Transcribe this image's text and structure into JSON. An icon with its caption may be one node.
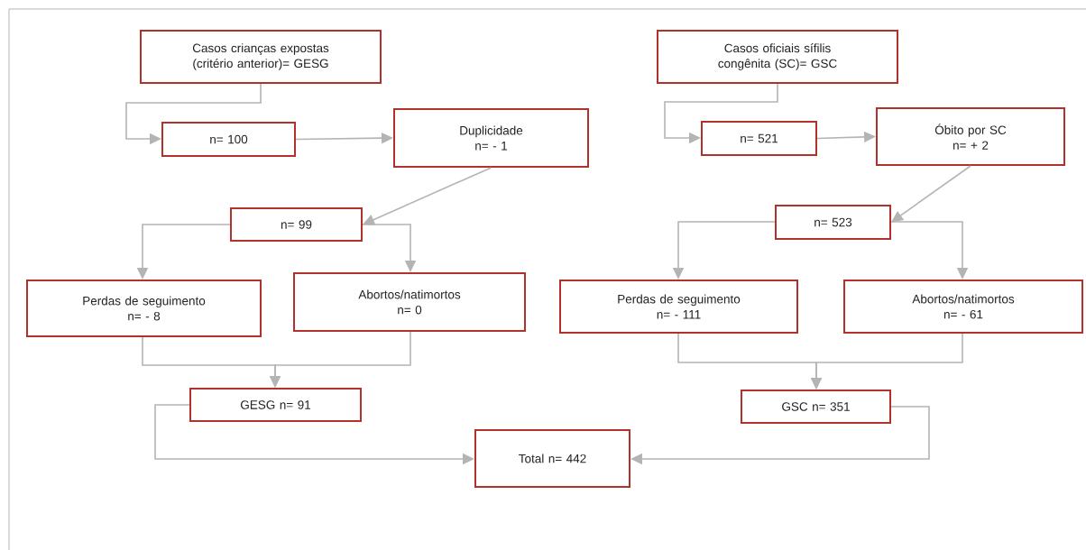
{
  "diagram": {
    "nodes": [
      {
        "text": [
          "Casos crianças expostas (critério anterior)= GESG"
        ]
      },
      {
        "text": [
          "n= 100"
        ]
      },
      {
        "text": [
          "Duplicidade",
          "n= - 1"
        ]
      },
      {
        "text": [
          "n= 99"
        ]
      },
      {
        "text": [
          "Perdas de seguimento",
          "n= - 8"
        ]
      },
      {
        "text": [
          "Abortos/natimortos",
          "n= 0"
        ]
      },
      {
        "text": [
          "GESG n= 91"
        ]
      },
      {
        "text": [
          "Casos oficiais sífilis congênita (SC)= GSC"
        ]
      },
      {
        "text": [
          "n= 521"
        ]
      },
      {
        "text": [
          "Óbito por SC",
          "n= + 2"
        ]
      },
      {
        "text": [
          "n= 523"
        ]
      },
      {
        "text": [
          "Perdas de seguimento",
          "n= - 111"
        ]
      },
      {
        "text": [
          "Abortos/natimortos",
          "n= - 61"
        ]
      },
      {
        "text": [
          "GSC n= 351"
        ]
      },
      {
        "text": [
          "Total n= 442"
        ]
      }
    ],
    "edges": [
      {
        "from": 0,
        "to": 1,
        "arrow": "to"
      },
      {
        "from": 1,
        "to": 2,
        "arrow": "to"
      },
      {
        "from": 2,
        "to": 3,
        "arrow": "to"
      },
      {
        "from": 3,
        "to": 4,
        "arrow": "to"
      },
      {
        "from": 3,
        "to": 5,
        "arrow": "to"
      },
      {
        "from": 4,
        "to": 6,
        "arrow": "to"
      },
      {
        "from": 5,
        "to": 6,
        "arrow": "to"
      },
      {
        "from": 6,
        "to": 14,
        "arrow": "to"
      },
      {
        "from": 7,
        "to": 8,
        "arrow": "to"
      },
      {
        "from": 8,
        "to": 9,
        "arrow": "to"
      },
      {
        "from": 9,
        "to": 10,
        "arrow": "to"
      },
      {
        "from": 10,
        "to": 11,
        "arrow": "to"
      },
      {
        "from": 10,
        "to": 12,
        "arrow": "to"
      },
      {
        "from": 11,
        "to": 13,
        "arrow": "to"
      },
      {
        "from": 12,
        "to": 13,
        "arrow": "to"
      },
      {
        "from": 13,
        "to": 14,
        "arrow": "to"
      }
    ]
  }
}
